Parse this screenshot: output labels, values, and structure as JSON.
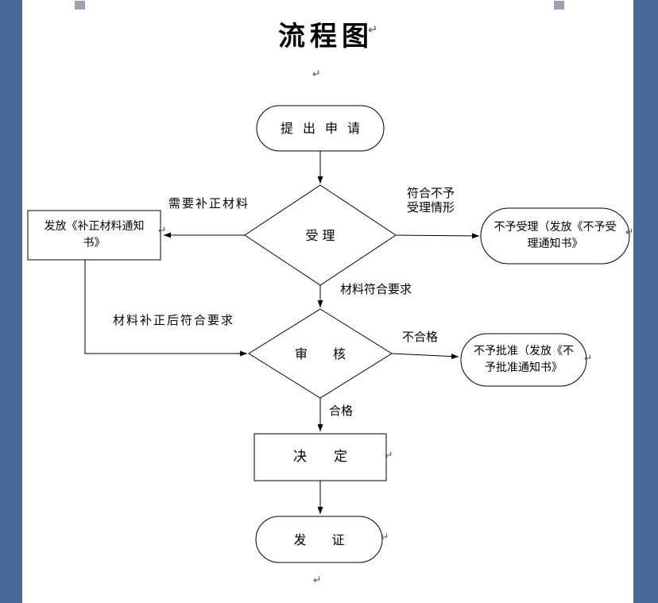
{
  "colors": {
    "workspace_bg": "#4a679a",
    "page_bg": "#ffffff",
    "line": "#000000"
  },
  "title": "流程图",
  "flowchart": {
    "nodes": {
      "start": "提出申请",
      "accept": "受理",
      "supplement_notice": "发放《补正材料通知书》",
      "reject_acceptance": "不予受理（发放《不予受理通知书》",
      "review": "审　　核",
      "reject_approval": "不予批准（发放《不予批准通知书》",
      "decision": "决　　定",
      "certificate": "发　　证"
    },
    "edge_labels": {
      "need_supplement": "需要补正材料",
      "meets_rejection": "符合不予\n受理情形",
      "materials_ok": "材料符合要求",
      "after_supplement_ok": "材料补正后符合要求",
      "unqualified": "不合格",
      "qualified": "合格"
    }
  },
  "formatting_mark": "↵"
}
